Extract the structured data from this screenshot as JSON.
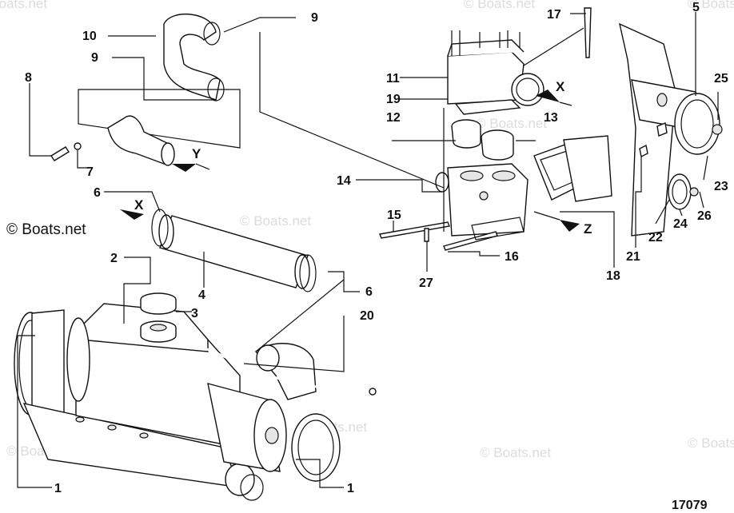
{
  "brand_mark": "© Boats.net",
  "watermark_text": "© Boats.net",
  "figure_number": "17079",
  "callouts": [
    "1",
    "1",
    "2",
    "3",
    "4",
    "5",
    "6",
    "6",
    "7",
    "8",
    "9",
    "9",
    "10",
    "11",
    "12",
    "13",
    "14",
    "15",
    "16",
    "17",
    "18",
    "19",
    "20",
    "21",
    "22",
    "23",
    "24",
    "25",
    "26",
    "27"
  ],
  "direction_markers": [
    "X",
    "X",
    "Y",
    "Z"
  ],
  "colors": {
    "ink": "#111111",
    "watermark": "#dcdcdc",
    "background": "#ffffff"
  }
}
